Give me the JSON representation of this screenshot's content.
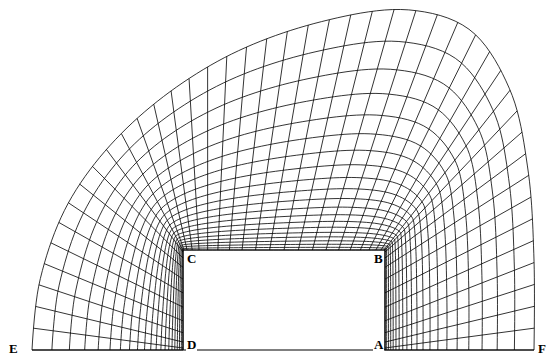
{
  "diagram": {
    "labels": [
      "C",
      "B",
      "E",
      "D",
      "A",
      "F"
    ]
  }
}
